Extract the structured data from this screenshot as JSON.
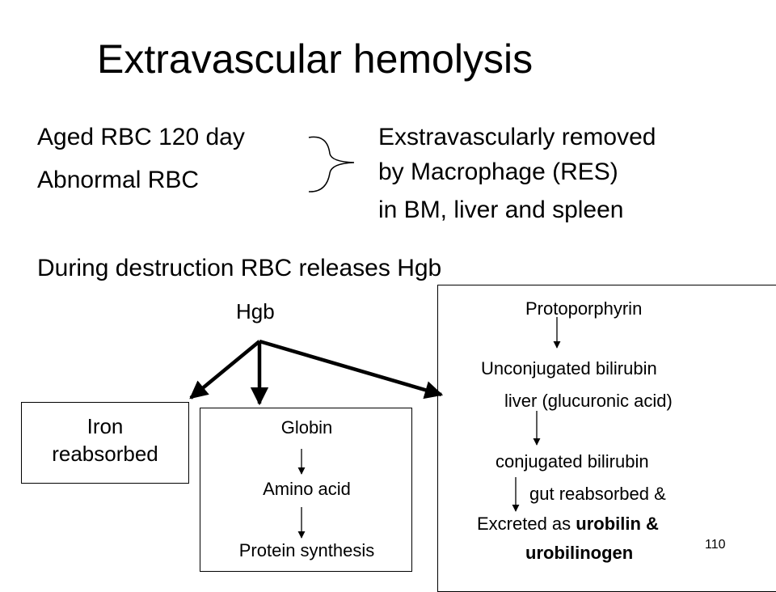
{
  "title": "Extravascular hemolysis",
  "causes": [
    "Aged RBC 120 day",
    "Abnormal RBC"
  ],
  "removal": [
    "Exstravascularly removed",
    "by Macrophage (RES)",
    "in BM, liver and spleen"
  ],
  "destruction_note": "During destruction RBC releases Hgb",
  "root": "Hgb",
  "iron_box": [
    "Iron",
    "reabsorbed"
  ],
  "globin_box": [
    "Globin",
    "Amino acid",
    "Protein synthesis"
  ],
  "protoporphyrin_box": {
    "line1": "Protoporphyrin",
    "line2": "Unconjugated bilirubin",
    "line3": "liver (glucuronic acid)",
    "line4": "conjugated bilirubin",
    "line5": "gut reabsorbed &",
    "line6_prefix": "Excreted as ",
    "line6_bold": "urobilin &",
    "line7_bold": "urobilinogen"
  },
  "slide_number": "110"
}
